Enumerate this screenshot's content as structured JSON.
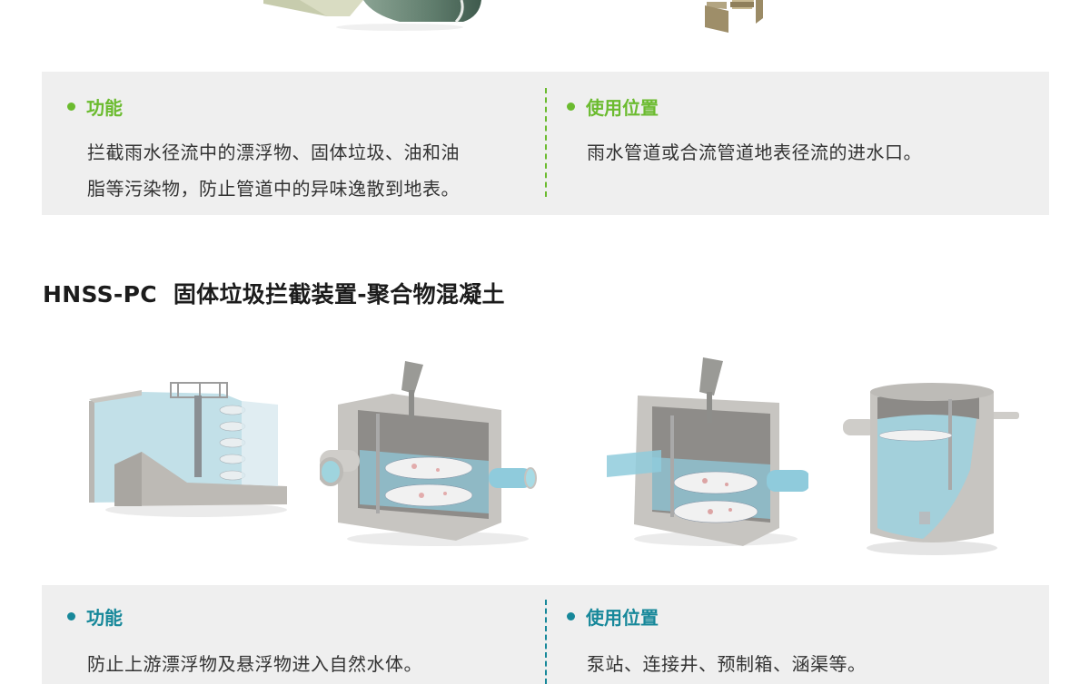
{
  "colors": {
    "green_accent": "#6bbb2f",
    "teal_accent": "#17889a",
    "panel_bg": "#efefef",
    "title_text": "#1c1c1c",
    "body_text": "#333333"
  },
  "section1": {
    "images": [
      {
        "name": "green-pipe-and-block-product-image",
        "alt": "Green pipe with concrete block (cropped)"
      },
      {
        "name": "tan-box-parts-product-image",
        "alt": "Tan modular box parts (cropped)"
      }
    ],
    "function": {
      "label": "功能",
      "text": "拦截雨水径流中的漂浮物、固体垃圾、油和油脂等污染物，防止管道中的异味逸散到地表。",
      "line1": "拦截雨水径流中的漂浮物、固体垃圾、油和油",
      "line2": "脂等污染物，防止管道中的异味逸散到地表。"
    },
    "location": {
      "label": "使用位置",
      "text": "雨水管道或合流管道地表径流的进水口。"
    }
  },
  "section2": {
    "title": "HNSS-PC  固体垃圾拦截装置-聚合物混凝土",
    "images": [
      {
        "name": "weir-channel-with-screen-image",
        "alt": "Concrete weir channel with vertical screen baskets"
      },
      {
        "name": "rectangular-tank-with-baskets-image-1",
        "alt": "Rectangular concrete tank with inlet/outlet pipes and trash baskets"
      },
      {
        "name": "rectangular-tank-with-baskets-image-2",
        "alt": "Rectangular tank cutaway with trash baskets"
      },
      {
        "name": "cylindrical-manhole-image",
        "alt": "Cylindrical concrete manhole cutaway"
      }
    ],
    "function": {
      "label": "功能",
      "text": "防止上游漂浮物及悬浮物进入自然水体。"
    },
    "location": {
      "label": "使用位置",
      "text": "泵站、连接井、预制箱、涵渠等。"
    }
  }
}
